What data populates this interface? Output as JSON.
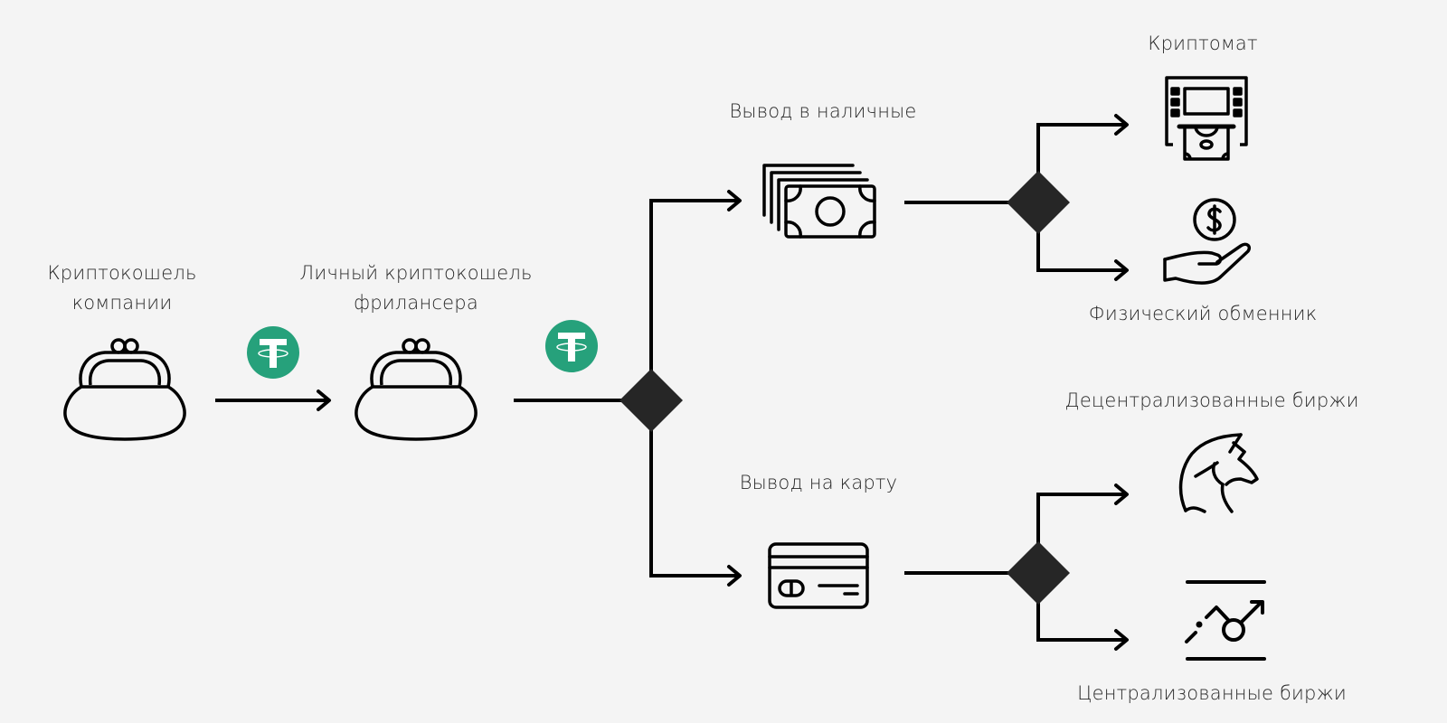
{
  "diagram": {
    "colors": {
      "background": "#f4f4f4",
      "stroke": "#000000",
      "decision": "#262626",
      "tether": "#26a17b",
      "text": "#2a2a2a"
    },
    "nodes": {
      "company_wallet": {
        "label_line1": "Криптокошель",
        "label_line2": "компании",
        "icon": "purse-icon"
      },
      "freelancer_wallet": {
        "label_line1": "Личный криптокошель",
        "label_line2": "фрилансера",
        "icon": "purse-icon"
      },
      "cash_out": {
        "label": "Вывод в наличные",
        "icon": "cash-stack-icon"
      },
      "card_out": {
        "label": "Вывод на карту",
        "icon": "credit-card-icon"
      },
      "crypto_atm": {
        "label": "Криптомат",
        "icon": "atm-icon"
      },
      "physical_exchanger": {
        "label": "Физический обменник",
        "icon": "hand-coin-icon"
      },
      "dex": {
        "label": "Децентрализованные биржи",
        "icon": "unicorn-icon"
      },
      "cex": {
        "label": "Централизованные биржи",
        "icon": "trading-chart-icon"
      }
    },
    "token_badges": [
      {
        "symbol": "tether-icon"
      },
      {
        "symbol": "tether-icon"
      }
    ]
  }
}
